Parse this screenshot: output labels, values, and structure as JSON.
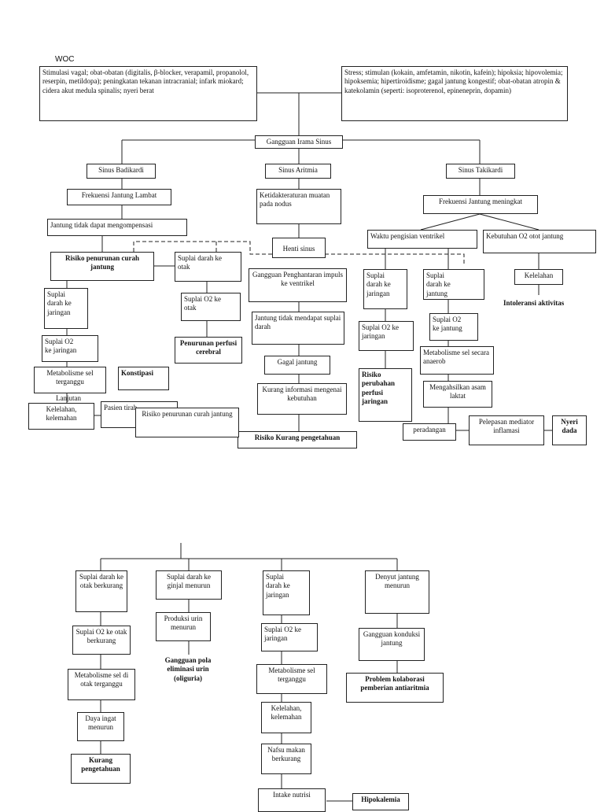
{
  "title": "WOC",
  "top": {
    "causes_left": "Stimulasi vagal; obat-obatan (digitalis, β-blocker, verapamil, propanolol, reserpin, metildopa); peningkatan tekanan intracranial; infark miokard; cidera akut medula spinalis; nyeri berat",
    "causes_right": "Stress; stimulan (kokain, amfetamin, nikotin, kafein); hipoksia; hipovolemia; hipoksemia; hipertiroidisme; gagal jantung kongestif; obat-obatan atropin & katekolamin (seperti: isoproterenol, epineneprin, dopamin)",
    "center": "Gangguan Irama Sinus"
  },
  "left": {
    "head": "Sinus Badikardi",
    "n1": "Frekuensi Jantung Lambat",
    "n2": "Jantung tidak dapat mengompensasi",
    "dx1": "Risiko penurunan curah jantung",
    "n3": "Suplai darah ke jaringan",
    "n4": "Suplai O2 ke jaringan",
    "n5": "Metabolisme sel terganggu",
    "n5b": "Lanjutan",
    "n6": "Kelelahan, kelemahan",
    "n7": "Pasien tirah",
    "dx_konstipasi": "Konstipasi",
    "n8": "Suplai darah ke otak",
    "n9": "Suplai O2 ke otak",
    "dx2": "Penurunan perfusi cerebral"
  },
  "middle": {
    "head": "Sinus Aritmia",
    "n1": "Ketidakteraturan muatan pada nodus",
    "n2": "Henti sinus",
    "n3": "Gangguan Penghantaran impuls ke ventrikel",
    "n4": "Jantung tidak mendapat suplai darah",
    "n5": "Gagal jantung",
    "n6": "Kurang informasi mengenai kebutuhan",
    "dx1": "Risiko Kurang pengetahuan",
    "dx2": "Risiko penurunan curah jantung"
  },
  "right": {
    "head": "Sinus Takikardi",
    "n1": "Frekuensi Jantung meningkat",
    "n2": "Waktu pengisian ventrikel",
    "n3": "Kebutuhan O2 otot jantung",
    "n4": "Kelelahan",
    "dx1": "Intoleransi aktivitas",
    "n5": "Suplai darah ke jaringan",
    "n6": "Suplai O2 ke jaringan",
    "dx2": "Risiko perubahan perfusi jaringan",
    "n7": "Suplai darah ke jantung",
    "n8": "Suplai O2 ke jantung",
    "n9": "Metabolisme sel secara anaerob",
    "n10": "Mengahsilkan asam laktat",
    "n11": "peradangan",
    "n12": "Pelepasan mediator inflamasi",
    "dx3": "Nyeri dada"
  },
  "bottom": {
    "c1": {
      "a": "Suplai darah ke otak berkurang",
      "b": "Suplai O2 ke otak berkurang",
      "c": "Metabolisme sel di otak terganggu",
      "d": "Daya ingat menurun",
      "dx": "Kurang pengetahuan"
    },
    "c2": {
      "a": "Suplai darah ke ginjal menurun",
      "b": "Produksi urin menurun",
      "dx": "Gangguan pola eliminasi urin (oliguria)"
    },
    "c3": {
      "a": "Suplai darah ke jaringan",
      "b": "Suplai O2 ke jaringan",
      "c": "Metabolisme sel terganggu",
      "d": "Kelelahan, kelemahan",
      "e": "Nafsu makan berkurang",
      "f": "Intake nutrisi",
      "dx": "Hipokalemia"
    },
    "c4": {
      "a": "Denyut jantung menurun",
      "b": "Gangguan konduksi jantung",
      "dx": "Problem kolaborasi pemberian antiaritmia"
    }
  }
}
